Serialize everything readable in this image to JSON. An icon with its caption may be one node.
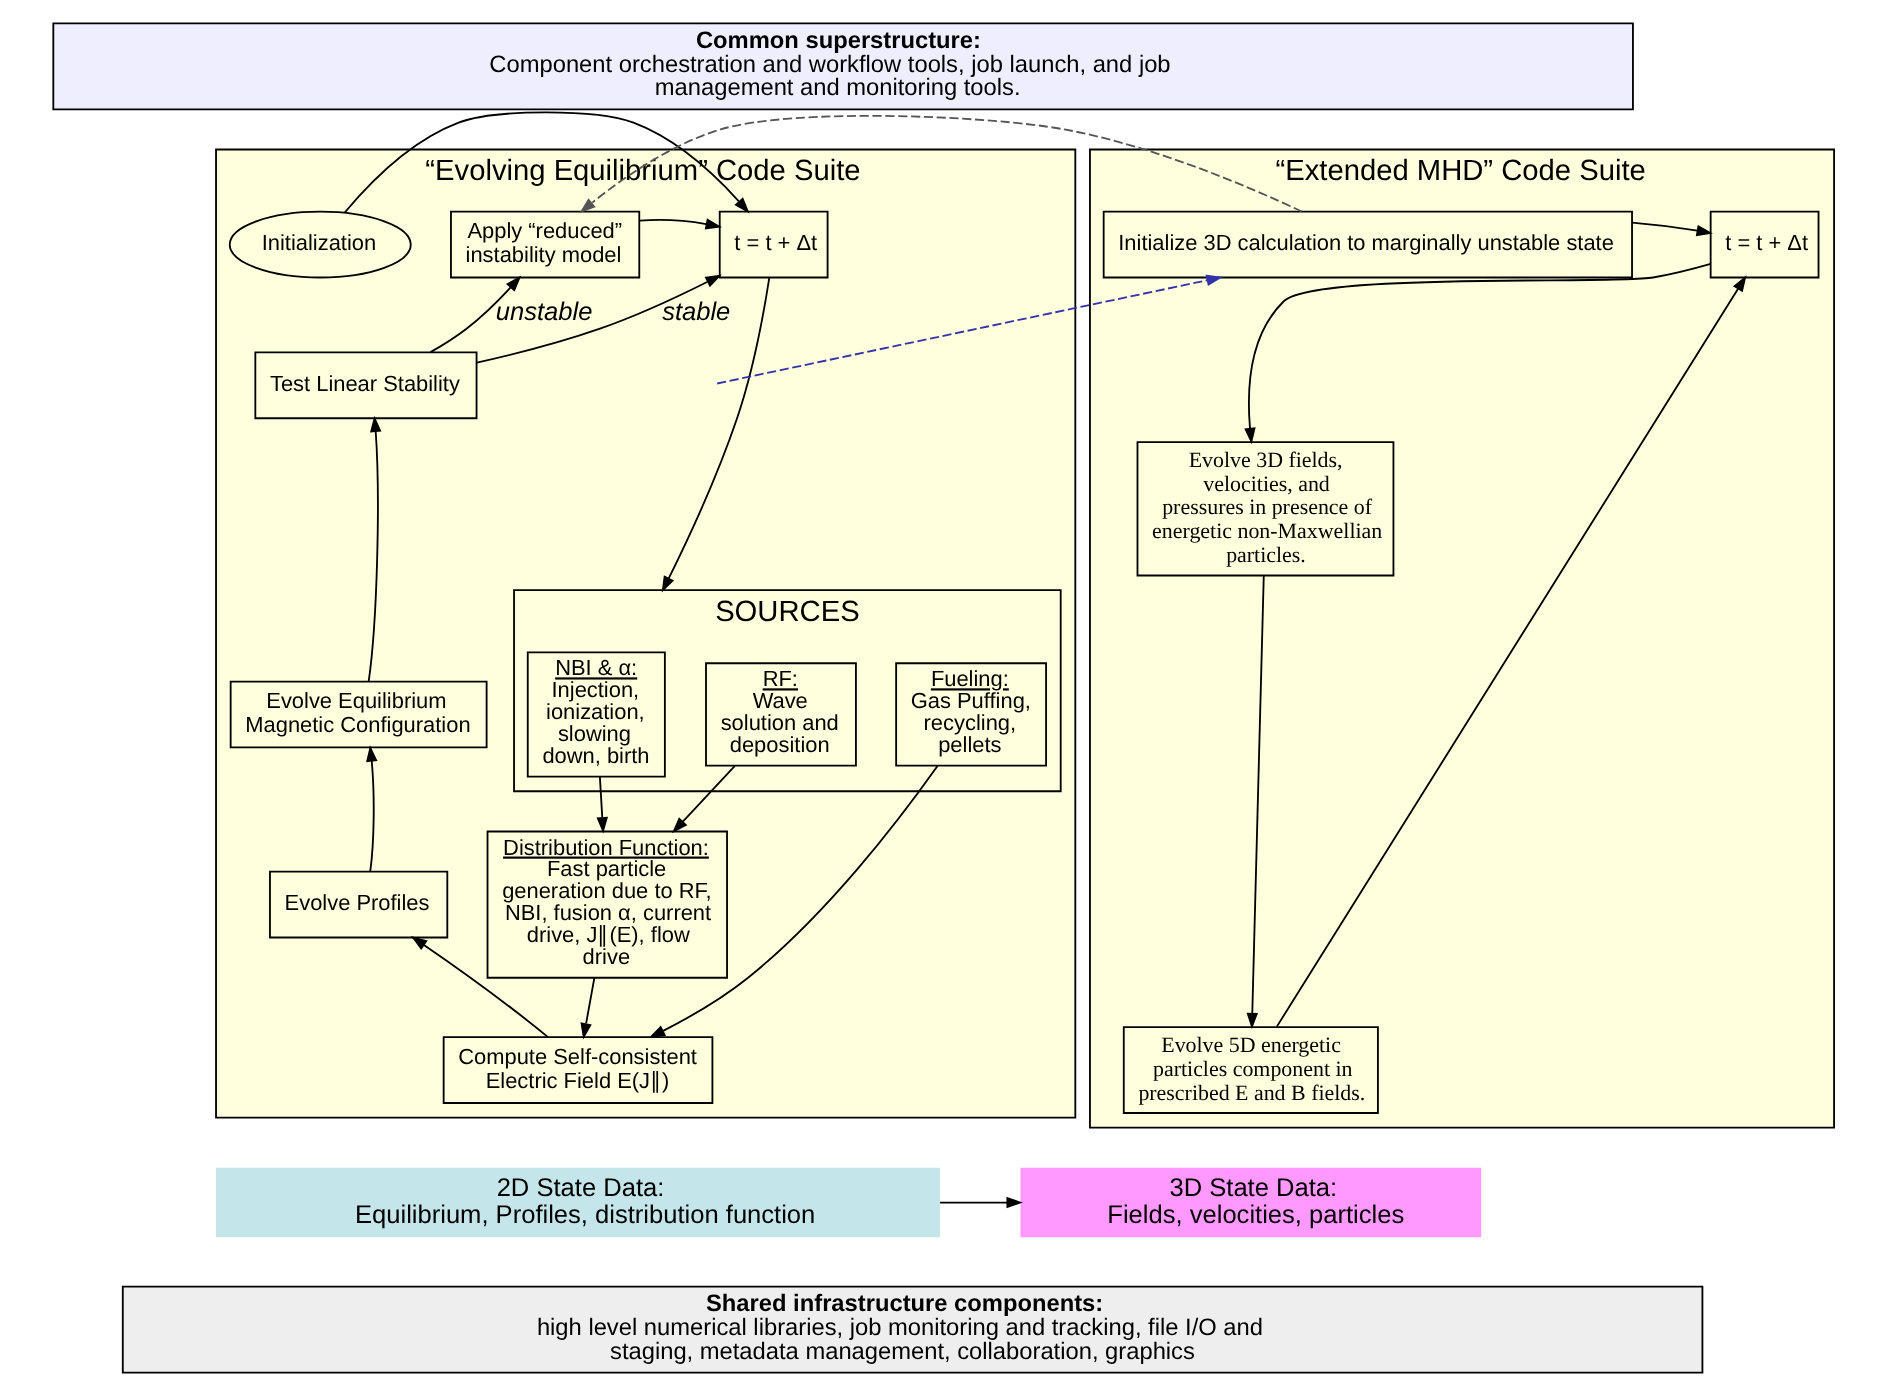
{
  "diagram": {
    "nodes": [
      {
        "text": [
          "Common superstructure:",
          "Component orchestration and workflow tools, job launch, and job management and monitoring tools."
        ]
      },
      {
        "text": [
          "“Evolving Equilibrium” Code Suite"
        ]
      },
      {
        "text": [
          "Initialization"
        ],
        "in": 1
      },
      {
        "text": [
          "t = t + Δt"
        ],
        "in": 1
      },
      {
        "text": [
          "Apply “reduced” instability model"
        ],
        "in": 1
      },
      {
        "text": [
          "SOURCES"
        ],
        "in": 1
      },
      {
        "text": [
          "RF:",
          "Wave solution and deposition"
        ],
        "in": 5
      },
      {
        "text": [
          "NBI & α:",
          "Injection, ionization, slowing down, birth"
        ],
        "in": 5
      },
      {
        "text": [
          "Fueling:",
          "Gas Puffing, recycling, pellets"
        ],
        "in": 5
      },
      {
        "text": [
          "Test Linear Stability"
        ],
        "in": 1
      },
      {
        "text": [
          "Evolve Equilibrium Magnetic Configuration"
        ],
        "in": 1
      },
      {
        "text": [
          "Distribution Function:",
          "Fast particle generation due to RF, NBI, fusion α, current drive, J∥(E), flow drive"
        ],
        "in": 1
      },
      {
        "text": [
          "Evolve Profiles"
        ],
        "in": 1
      },
      {
        "text": [
          "Compute Self-consistent Electric Field E(J∥)"
        ],
        "in": 1
      },
      {
        "text": [
          "“Extended MHD” Code Suite"
        ]
      },
      {
        "text": [
          "Initialize 3D calculation to marginally unstable state"
        ],
        "in": 14
      },
      {
        "text": [
          "t = t + Δt"
        ],
        "in": 14
      },
      {
        "text": [
          "Evolve 3D fields, velocities, and pressures in presence of energetic non-Maxwellian particles."
        ],
        "in": 14
      },
      {
        "text": [
          "Evolve 5D energetic particles component in prescribed E and B fields."
        ],
        "in": 14
      },
      {
        "text": [
          "2D State Data:",
          "Equilibrium, Profiles, distribution function"
        ]
      },
      {
        "text": [
          "3D State Data:",
          "Fields, velocities, particles"
        ]
      },
      {
        "text": [
          "Shared infrastructure components:",
          "high level numerical libraries, job monitoring and tracking, file I/O and staging, metadata management, collaboration, graphics"
        ]
      }
    ],
    "edges": [
      {
        "from": 2,
        "to": 3,
        "arrow": "to"
      },
      {
        "from": 3,
        "to": 5,
        "arrow": "to"
      },
      {
        "from": 6,
        "to": 11,
        "arrow": "to"
      },
      {
        "from": 7,
        "to": 11,
        "arrow": "to"
      },
      {
        "from": 8,
        "to": 13,
        "arrow": "to"
      },
      {
        "from": 11,
        "to": 13,
        "arrow": "to"
      },
      {
        "from": 13,
        "to": 12,
        "arrow": "to"
      },
      {
        "from": 12,
        "to": 10,
        "arrow": "to"
      },
      {
        "from": 10,
        "to": 9,
        "arrow": "to"
      },
      {
        "from": 9,
        "to": 4,
        "arrow": "to",
        "label": "unstable"
      },
      {
        "from": 9,
        "to": 3,
        "arrow": "to",
        "label": "stable"
      },
      {
        "from": 4,
        "to": 3,
        "arrow": "to"
      },
      {
        "from": 15,
        "to": 4,
        "arrow": "to",
        "style": "dashed",
        "color": "#555555"
      },
      {
        "from": null,
        "to": 15,
        "arrow": "to",
        "style": "dashed",
        "color": "#3333aa"
      },
      {
        "from": 15,
        "to": 16,
        "arrow": "to"
      },
      {
        "from": 16,
        "to": 17,
        "arrow": "to"
      },
      {
        "from": 17,
        "to": 18,
        "arrow": "to"
      },
      {
        "from": 18,
        "to": 16,
        "arrow": "to"
      },
      {
        "from": 19,
        "to": 20,
        "arrow": "to"
      }
    ]
  }
}
